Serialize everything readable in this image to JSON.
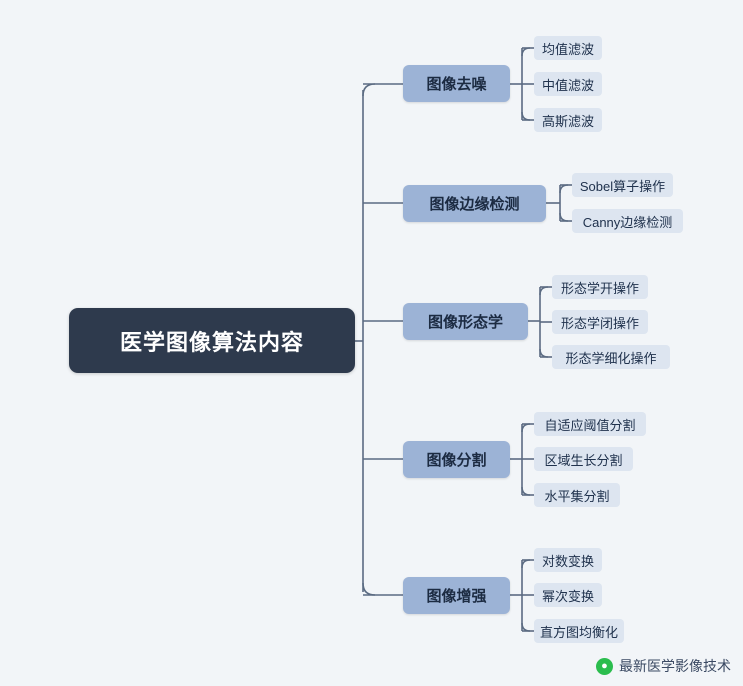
{
  "root": {
    "label": "医学图像算法内容"
  },
  "branches": [
    {
      "label": "图像去噪",
      "leaves": [
        "均值滤波",
        "中值滤波",
        "高斯滤波"
      ]
    },
    {
      "label": "图像边缘检测",
      "leaves": [
        "Sobel算子操作",
        "Canny边缘检测"
      ]
    },
    {
      "label": "图像形态学",
      "leaves": [
        "形态学开操作",
        "形态学闭操作",
        "形态学细化操作"
      ]
    },
    {
      "label": "图像分割",
      "leaves": [
        "自适应阈值分割",
        "区域生长分割",
        "水平集分割"
      ]
    },
    {
      "label": "图像增强",
      "leaves": [
        "对数变换",
        "幂次变换",
        "直方图均衡化"
      ]
    }
  ],
  "footer": {
    "icon": "wechat-icon",
    "text": "最新医学影像技术"
  },
  "colors": {
    "background": "#f2f5f8",
    "root_fill": "#2e3a4d",
    "root_text": "#ffffff",
    "branch_fill": "#9cb3d6",
    "branch_text": "#1c2b42",
    "leaf_fill": "#dde5f0",
    "leaf_text": "#20324d",
    "link_stroke": "#5b6b82"
  }
}
